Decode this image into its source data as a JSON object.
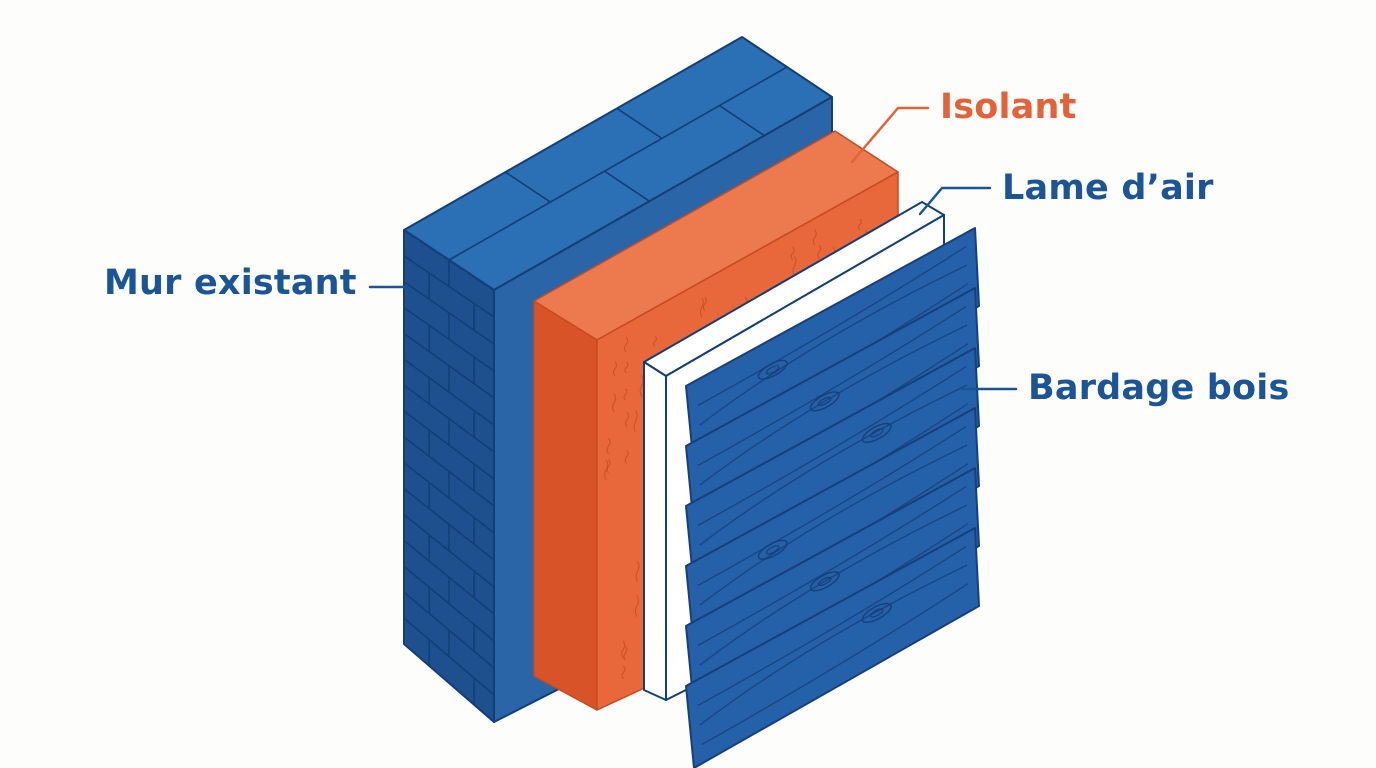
{
  "colors": {
    "wall_front": "#2a65a8",
    "wall_side": "#1e4f8e",
    "wall_top": "#2b6fb5",
    "outline": "#123f78",
    "insulation_front": "#e8683c",
    "insulation_side": "#d85428",
    "insulation_top": "#ec7a4e",
    "insulation_texture": "#c64a22",
    "air_gap": "#ffffff",
    "siding": "#2561a8",
    "siding_grain": "#163f7c",
    "label_blue": "#1c5596",
    "label_orange": "#e4623a"
  },
  "labels": {
    "wall": "Mur existant",
    "insulation": "Isolant",
    "air_gap": "Lame d’air",
    "siding": "Bardage bois"
  },
  "icons": [
    "brick-wall-layer",
    "insulation-layer",
    "air-gap-layer",
    "wood-siding-layer"
  ]
}
